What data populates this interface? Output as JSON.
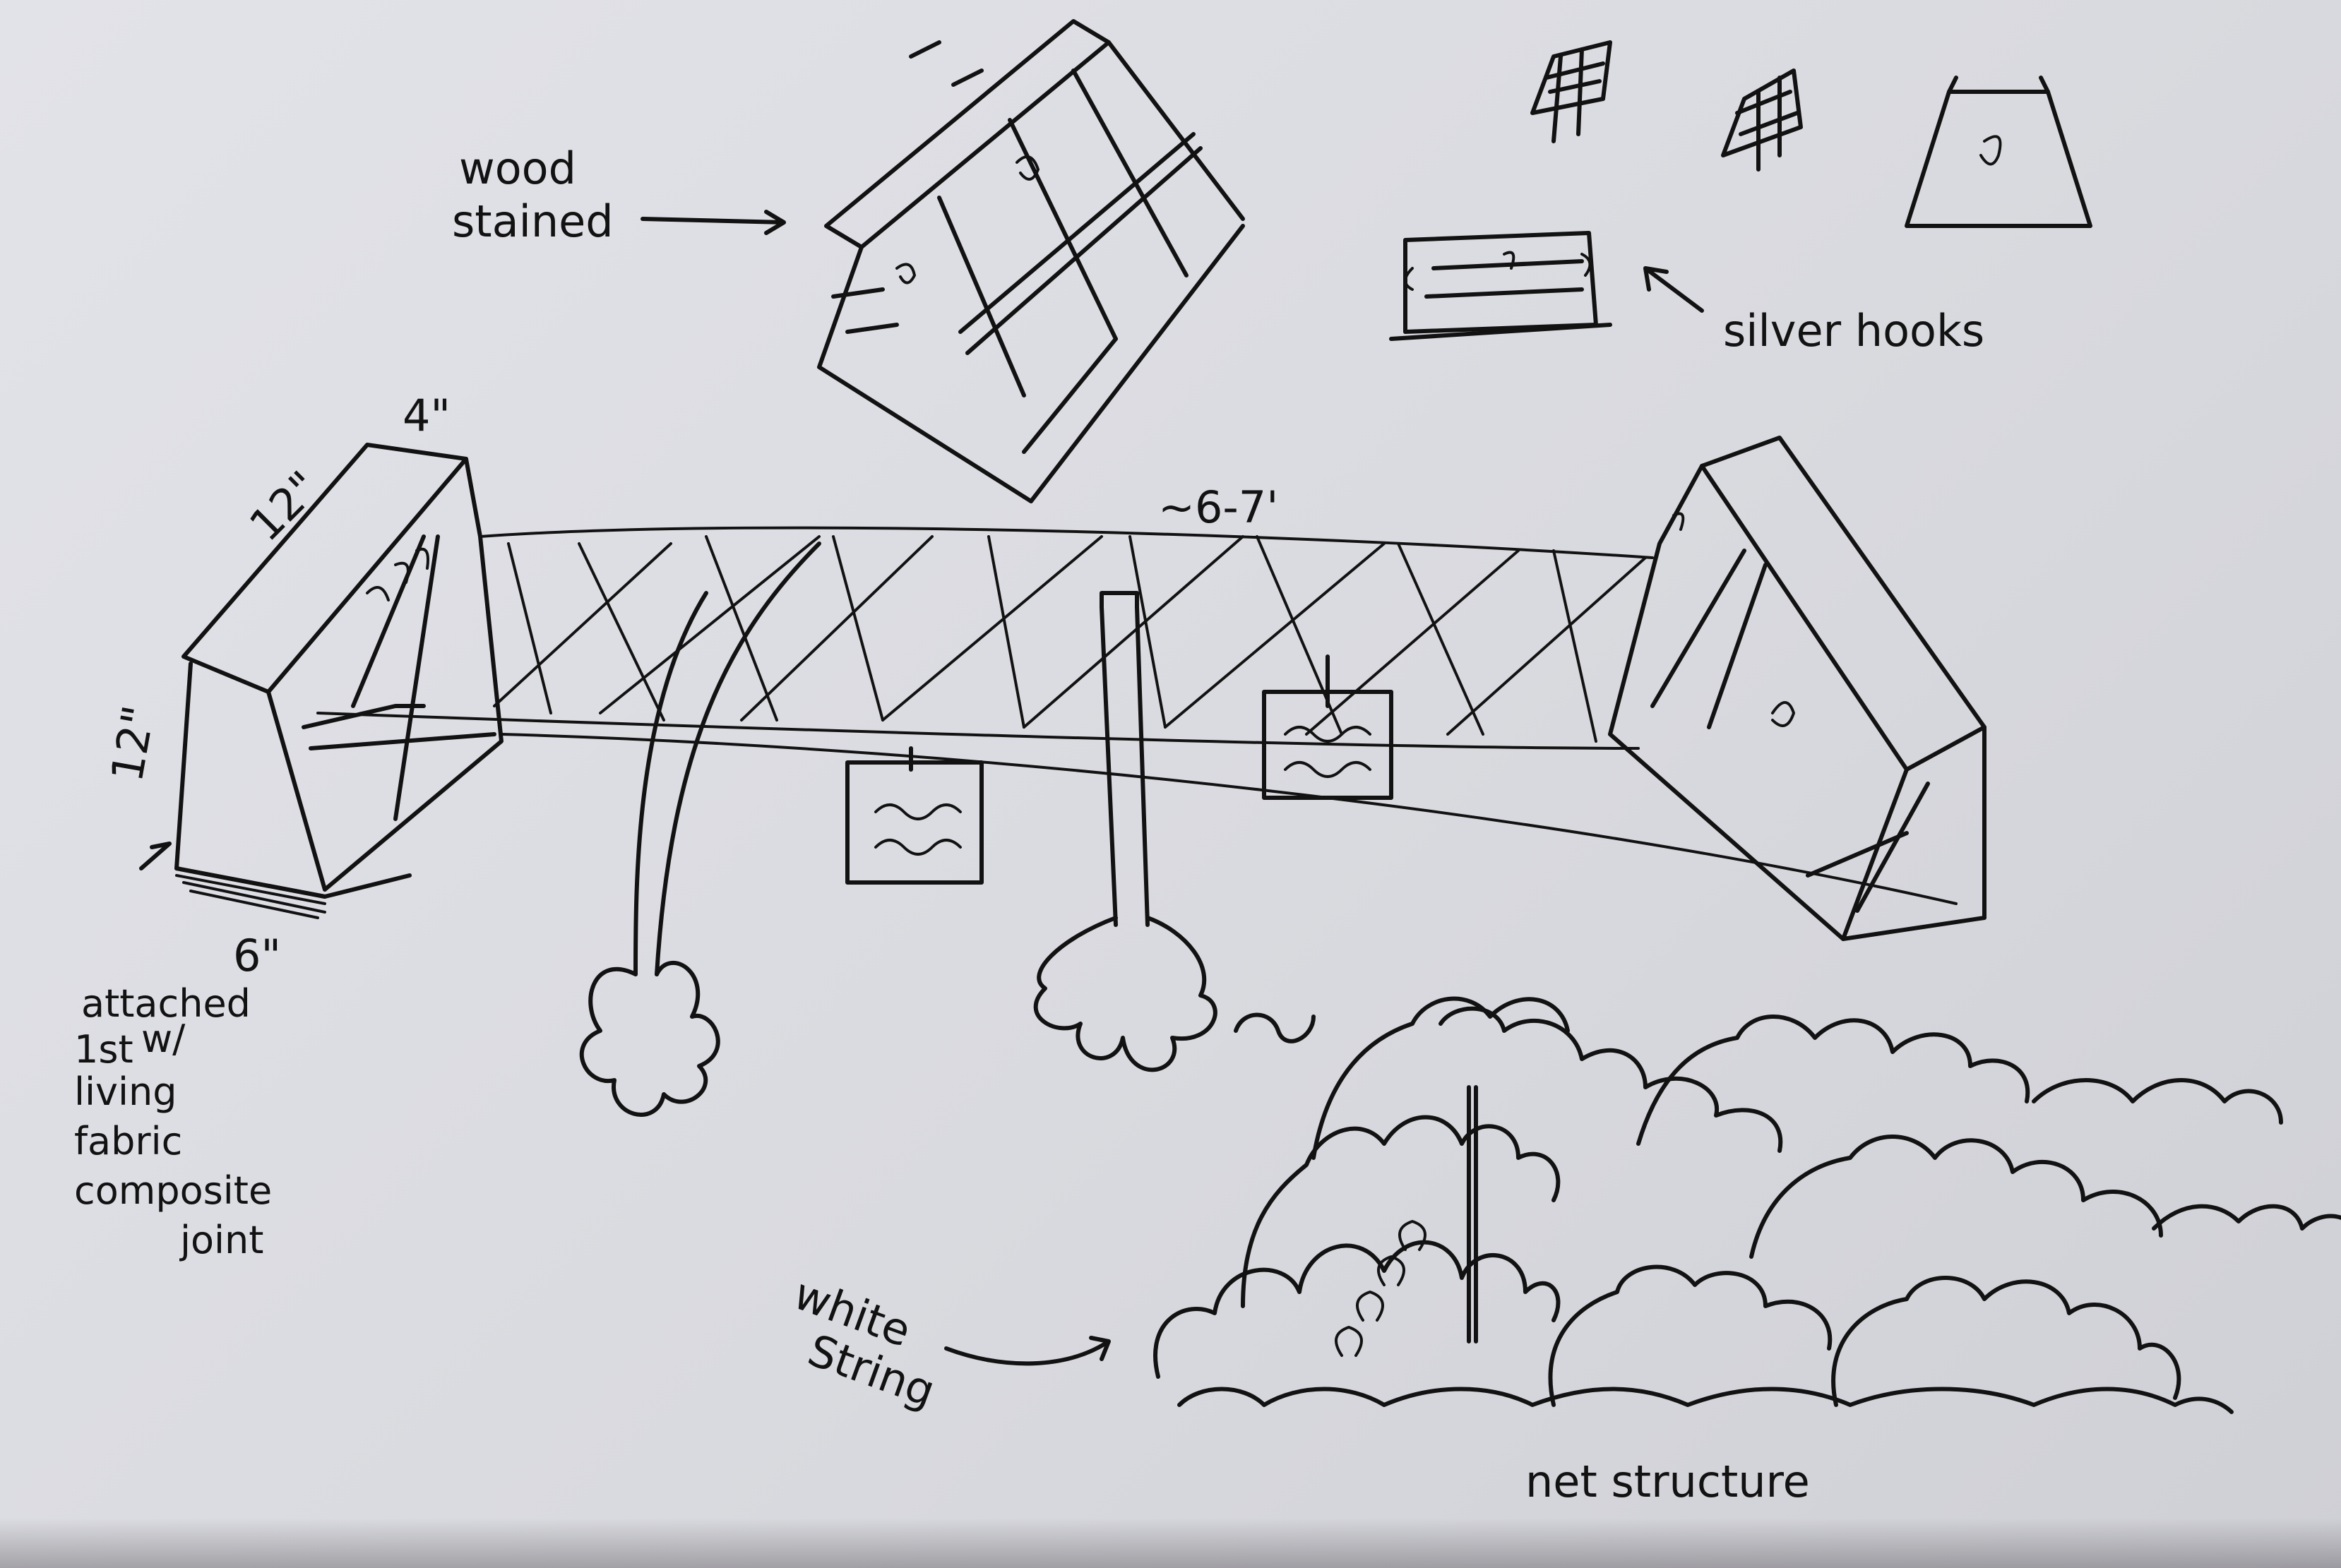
{
  "labels": {
    "wood_stained_1": "wood",
    "wood_stained_2": "stained",
    "silver_hooks": "silver hooks",
    "dim_top": "4\"",
    "dim_left_top": "12\"",
    "dim_left_side": "12\"",
    "dim_bottom": "6\"",
    "span": "~6-7'",
    "note_lines": [
      "attached",
      "1st",
      "w/",
      "living",
      "fabric",
      "composite",
      "joint"
    ],
    "white_string_1": "white",
    "white_string_2": "String",
    "net_structure": "net structure"
  }
}
